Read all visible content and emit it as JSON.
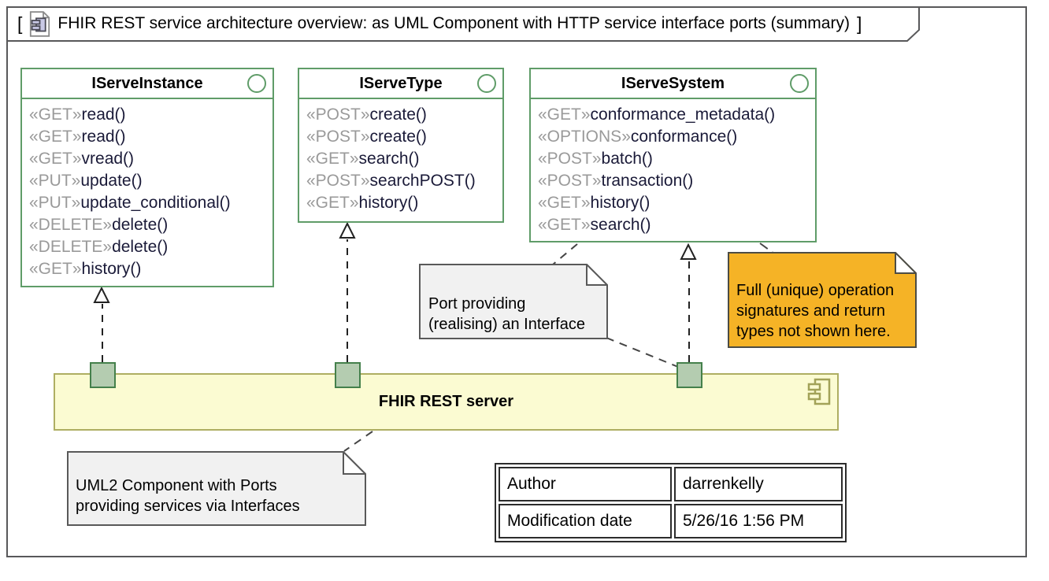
{
  "frame": {
    "open_bracket": "[",
    "close_bracket": "]",
    "title": "FHIR REST service architecture overview: as UML Component with HTTP service interface ports (summary)"
  },
  "interfaces": [
    {
      "name": "IServeInstance",
      "methods": [
        {
          "stereotype": "«GET»",
          "name": "read()"
        },
        {
          "stereotype": "«GET»",
          "name": "read()"
        },
        {
          "stereotype": "«GET»",
          "name": "vread()"
        },
        {
          "stereotype": "«PUT»",
          "name": "update()"
        },
        {
          "stereotype": "«PUT»",
          "name": "update_conditional()"
        },
        {
          "stereotype": "«DELETE»",
          "name": "delete()"
        },
        {
          "stereotype": "«DELETE»",
          "name": "delete()"
        },
        {
          "stereotype": "«GET»",
          "name": "history()"
        }
      ]
    },
    {
      "name": "IServeType",
      "methods": [
        {
          "stereotype": "«POST»",
          "name": "create()"
        },
        {
          "stereotype": "«POST»",
          "name": "create()"
        },
        {
          "stereotype": "«GET»",
          "name": "search()"
        },
        {
          "stereotype": "«POST»",
          "name": "searchPOST()"
        },
        {
          "stereotype": "«GET»",
          "name": "history()"
        }
      ]
    },
    {
      "name": "IServeSystem",
      "methods": [
        {
          "stereotype": "«GET»",
          "name": "conformance_metadata()"
        },
        {
          "stereotype": "«OPTIONS»",
          "name": "conformance()"
        },
        {
          "stereotype": "«POST»",
          "name": "batch()"
        },
        {
          "stereotype": "«POST»",
          "name": "transaction()"
        },
        {
          "stereotype": "«GET»",
          "name": "history()"
        },
        {
          "stereotype": "«GET»",
          "name": "search()"
        }
      ]
    }
  ],
  "component": {
    "label": "FHIR REST server"
  },
  "notes": {
    "port_note": {
      "text": "Port providing\n(realising) an Interface"
    },
    "signature_note": {
      "text": "Full (unique) operation\nsignatures and return\ntypes not shown here."
    },
    "component_note": {
      "text": "UML2 Component with Ports\nproviding services via Interfaces"
    }
  },
  "info_table": {
    "rows": [
      {
        "label": "Author",
        "value": "darrenkelly"
      },
      {
        "label": "Modification date",
        "value": "5/26/16 1:56 PM"
      }
    ]
  },
  "colors": {
    "interface_border": "#5f9c68",
    "stereotype_text": "#9a9a9a",
    "method_text": "#1a1a38",
    "component_fill": "#fbfbd2",
    "component_border": "#aeae62",
    "port_fill": "#b4ccb0",
    "port_border": "#44804b",
    "note_gray_fill": "#f1f1f1",
    "note_orange_fill": "#f5b326",
    "frame_border": "#58585a"
  }
}
